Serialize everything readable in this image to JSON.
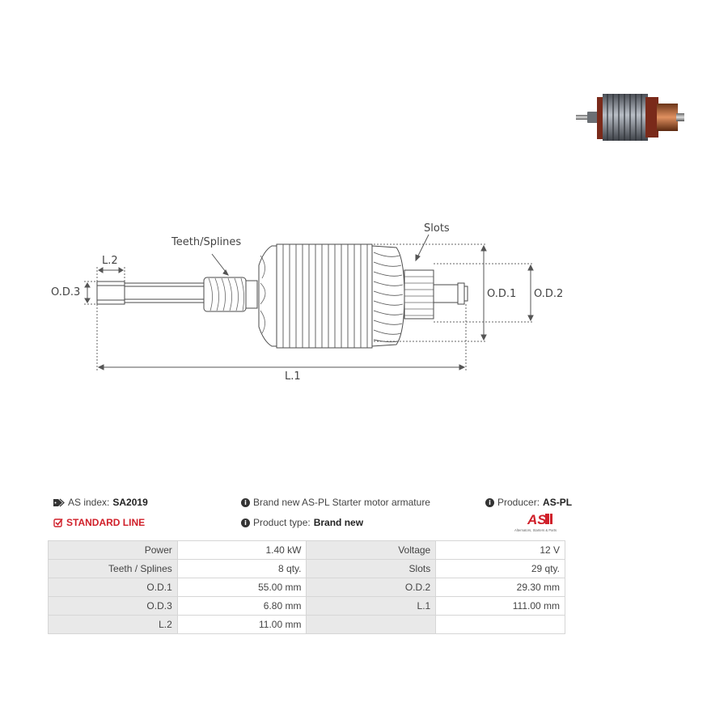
{
  "diagram": {
    "labels": {
      "teeth": "Teeth/Splines",
      "slots": "Slots",
      "l2": "L.2",
      "od3": "O.D.3",
      "od1": "O.D.1",
      "od2": "O.D.2",
      "l1": "L.1"
    }
  },
  "info": {
    "as_index_label": "AS index:",
    "as_index_value": "SA2019",
    "line": "STANDARD LINE",
    "description": "Brand new AS-PL Starter motor armature",
    "product_type_label": "Product type:",
    "product_type_value": "Brand new",
    "producer_label": "Producer:",
    "producer_value": "AS-PL"
  },
  "logo": {
    "text": "AS",
    "tagline": "Alternators, Starters & Parts",
    "color": "#d0202a"
  },
  "specs": {
    "rows": [
      {
        "l1": "Power",
        "v1": "1.40 kW",
        "l2": "Voltage",
        "v2": "12 V"
      },
      {
        "l1": "Teeth / Splines",
        "v1": "8 qty.",
        "l2": "Slots",
        "v2": "29 qty."
      },
      {
        "l1": "O.D.1",
        "v1": "55.00 mm",
        "l2": "O.D.2",
        "v2": "29.30 mm"
      },
      {
        "l1": "O.D.3",
        "v1": "6.80 mm",
        "l2": "L.1",
        "v2": "111.00 mm"
      },
      {
        "l1": "L.2",
        "v1": "11.00 mm",
        "l2": "",
        "v2": ""
      }
    ]
  }
}
